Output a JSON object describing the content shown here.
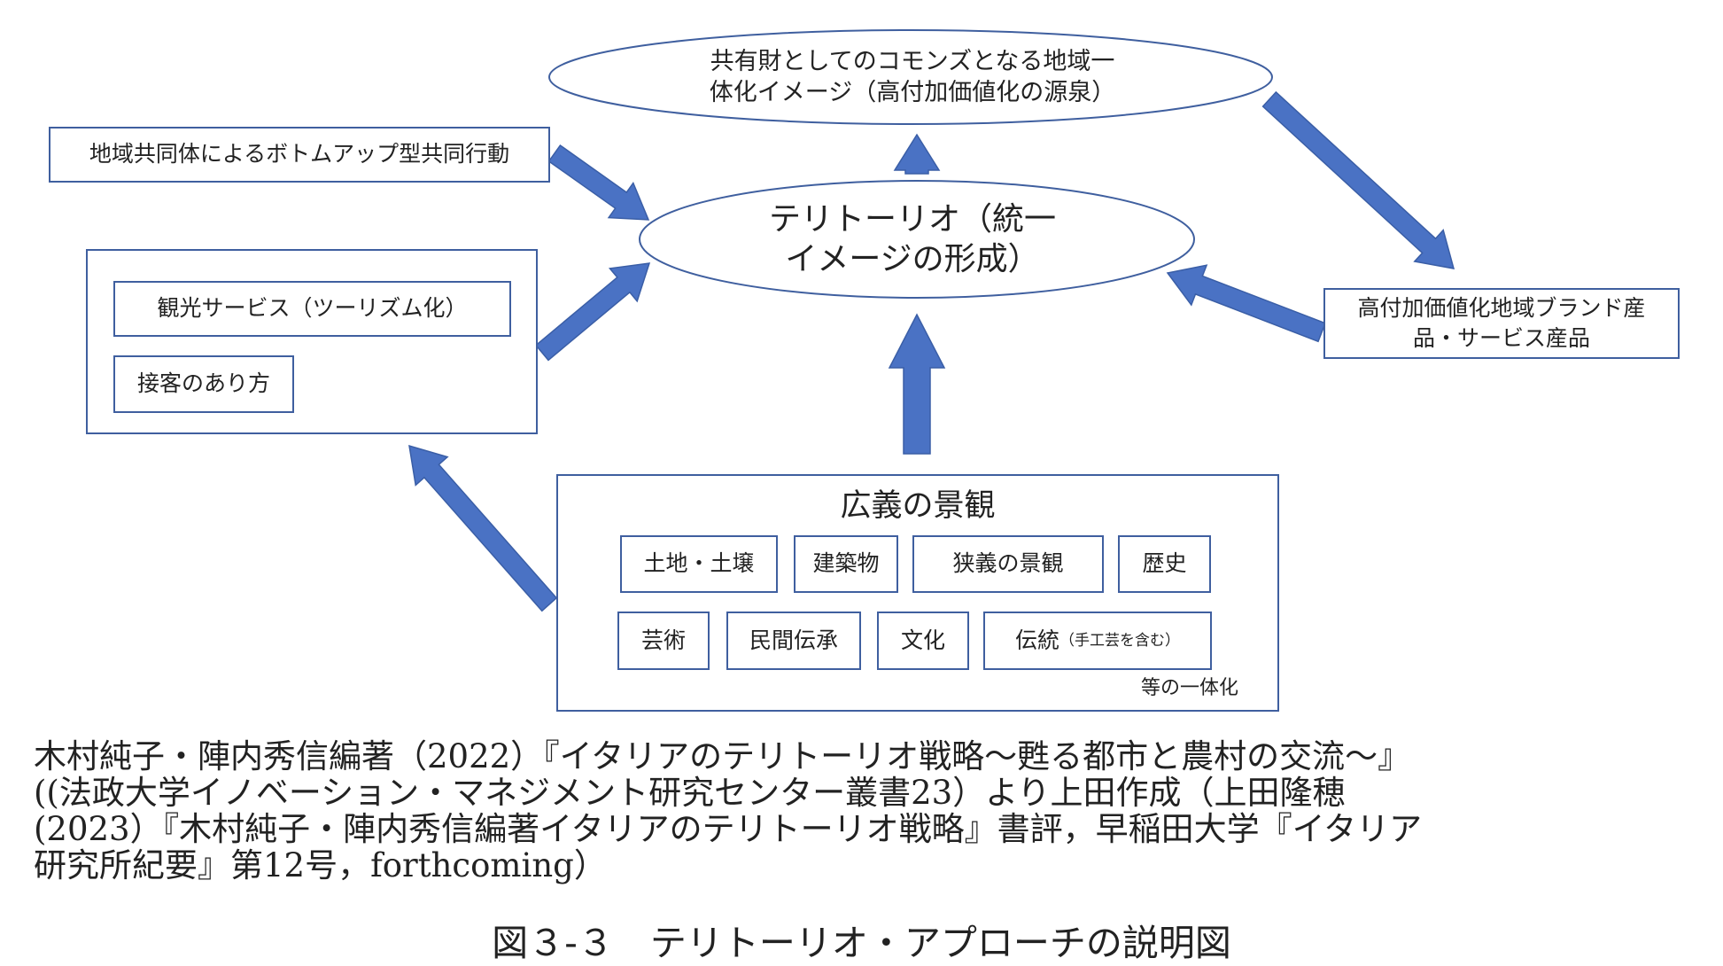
{
  "ellipses": {
    "top": {
      "lines": [
        "共有財としてのコモンズとなる地域一",
        "体化イメージ（高付加価値化の源泉）"
      ]
    },
    "center": {
      "lines": [
        "テリトーリオ（統一",
        "イメージの形成）"
      ]
    }
  },
  "boxes": {
    "bottom_up": "地域共同体によるボトムアップ型共同行動",
    "tourism": "観光サービス（ツーリズム化）",
    "hospitality": "接客のあり方",
    "brand": {
      "lines": [
        "高付加価値化地域ブランド産",
        "品・サービス産品"
      ]
    }
  },
  "landscape": {
    "title": "広義の景観",
    "items_row1": [
      "土地・土壌",
      "建築物",
      "狭義の景観",
      "歴史"
    ],
    "items_row2": [
      "芸術",
      "民間伝承",
      "文化"
    ],
    "tradition": {
      "main": "伝統",
      "note": "（手工芸を含む）"
    },
    "footer": "等の一体化"
  },
  "caption": {
    "lines": [
      "木村純子・陣内秀信編著（2022）『イタリアのテリトーリオ戦略〜甦る都市と農村の交流〜』",
      "((法政大学イノベーション・マネジメント研究センター叢書23）より上田作成（上田隆穂",
      "(2023）『木村純子・陣内秀信編著イタリアのテリトーリオ戦略』書評，早稲田大学『イタリア",
      "研究所紀要』第12号，forthcoming）"
    ]
  },
  "figure_title": "図３-３　テリトーリオ・アプローチの説明図",
  "colors": {
    "stroke": "#3f5f9f",
    "arrow": "#4a72c4",
    "arrow_stroke": "#3a5ea6"
  }
}
